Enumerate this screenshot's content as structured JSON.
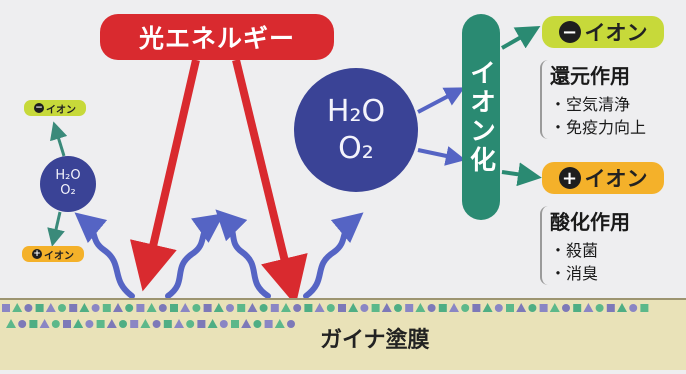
{
  "banner": {
    "label": "光エネルギー"
  },
  "molecule_large": {
    "line1": "H₂O",
    "line2": "O₂"
  },
  "molecule_small": {
    "line1": "H₂O",
    "line2": "O₂"
  },
  "ionization": {
    "label": "イオン化"
  },
  "negative_ion": {
    "symbol": "−",
    "label": "イオン"
  },
  "positive_ion": {
    "symbol": "+",
    "label": "イオン"
  },
  "small_negative_ion": {
    "symbol": "−",
    "label": "イオン"
  },
  "small_positive_ion": {
    "symbol": "+",
    "label": "イオン"
  },
  "reduction": {
    "title": "還元作用",
    "items": [
      "空気清浄",
      "免疫力向上"
    ]
  },
  "oxidation": {
    "title": "酸化作用",
    "items": [
      "殺菌",
      "消臭"
    ]
  },
  "coating": {
    "label": "ガイナ塗膜"
  },
  "colors": {
    "banner_red": "#d92a2f",
    "molecule_blue": "#3a4396",
    "ion_bar_green": "#2a8a72",
    "negative_pill": "#c7d93a",
    "positive_pill": "#f4b12a",
    "wave_blue": "#4a5ab8",
    "coating_beige": "#e9e2b8"
  }
}
